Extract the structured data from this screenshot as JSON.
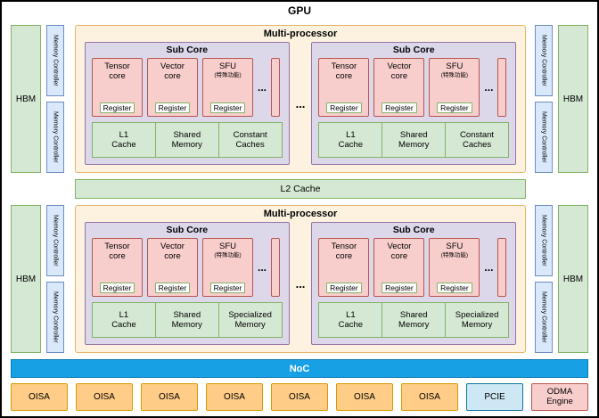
{
  "gpu_title": "GPU",
  "hbm_label": "HBM",
  "memctrl_label": "Memory Controller",
  "mp_label": "Multi-processor",
  "subcore_label": "Sub Core",
  "dots": "...",
  "register_label": "Register",
  "cores": [
    {
      "line1": "Tensor",
      "line2": "core"
    },
    {
      "line1": "Vector",
      "line2": "core"
    },
    {
      "line1": "SFU",
      "line2": "(特殊功能)"
    }
  ],
  "mem_top": [
    {
      "line1": "L1",
      "line2": "Cache"
    },
    {
      "line1": "Shared",
      "line2": "Memory"
    },
    {
      "line1": "Constant",
      "line2": "Caches"
    }
  ],
  "mem_bottom": [
    {
      "line1": "L1",
      "line2": "Cache"
    },
    {
      "line1": "Shared",
      "line2": "Memory"
    },
    {
      "line1": "Specialized",
      "line2": "Memory"
    }
  ],
  "l2_label": "L2 Cache",
  "noc_label": "NoC",
  "bottom_row": [
    {
      "label": "OISA"
    },
    {
      "label": "OISA"
    },
    {
      "label": "OISA"
    },
    {
      "label": "OISA"
    },
    {
      "label": "OISA"
    },
    {
      "label": "OISA"
    },
    {
      "label": "OISA"
    },
    {
      "label": "PCIE"
    },
    {
      "label": "ODMA",
      "label2": "Engine"
    }
  ],
  "colors": {
    "green_fill": "#d5e8d4",
    "green_border": "#82b366",
    "blue_fill": "#dae8fc",
    "blue_border": "#6c8ebf",
    "cream_fill": "#fdf2e0",
    "cream_border": "#e3b567",
    "purple_fill": "#dcd8ea",
    "purple_border": "#9673a6",
    "pink_fill": "#f8cecc",
    "pink_border": "#b85450",
    "noc_fill": "#18a0e4",
    "noc_border": "#0f7cb4",
    "oisa_fill": "#ffcd87",
    "oisa_border": "#d79b00",
    "pcie_fill": "#cde7f5",
    "pcie_border": "#10739e"
  }
}
